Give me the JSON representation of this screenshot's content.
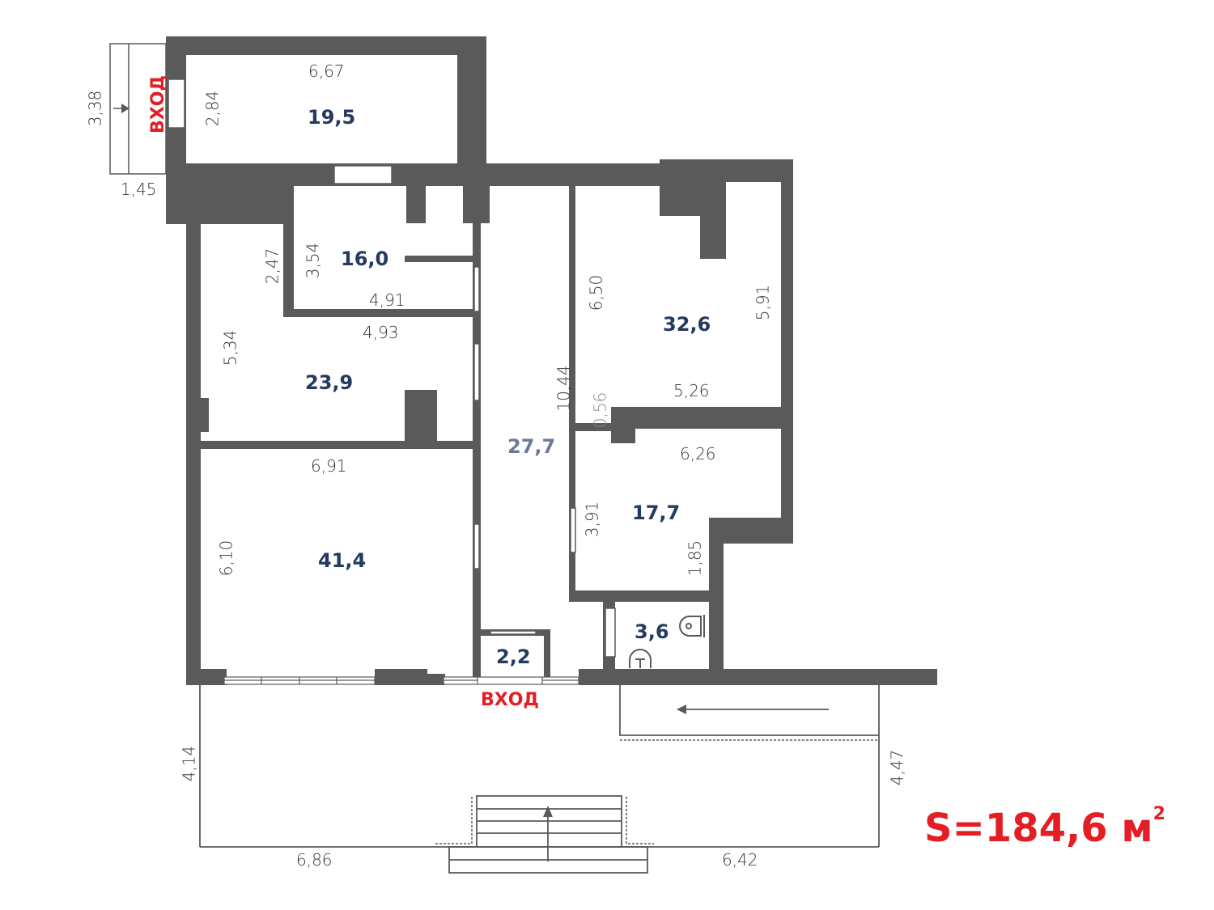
{
  "plan": {
    "total_area_label": "S=184,6 м",
    "total_area_sup": "2",
    "entry_label": "ВХОД",
    "colors": {
      "wall": "#5a5a5a",
      "area_text": "#243a5e",
      "accent": "#e31e24",
      "dim_text": "#333333"
    }
  },
  "rooms": [
    {
      "id": "room-top",
      "area": "19,5"
    },
    {
      "id": "room-small",
      "area": "16,0"
    },
    {
      "id": "room-mid-left",
      "area": "23,9"
    },
    {
      "id": "room-bottom-left",
      "area": "41,4"
    },
    {
      "id": "corridor",
      "area": "27,7"
    },
    {
      "id": "room-right-top",
      "area": "32,6"
    },
    {
      "id": "room-right-mid",
      "area": "17,7"
    },
    {
      "id": "bathroom",
      "area": "3,6"
    },
    {
      "id": "closet",
      "area": "2,2"
    }
  ],
  "dimensions": {
    "top_room_width": "6,67",
    "top_room_height": "2,84",
    "porch_height": "3,38",
    "porch_width": "1,45",
    "small_room_outer": "2,47",
    "small_room_height": "3,54",
    "small_room_width": "4,91",
    "mid_left_width": "4,93",
    "mid_left_height": "5,34",
    "bottom_left_width": "6,91",
    "bottom_left_height": "6,10",
    "corridor_length": "10,44",
    "right_top_left": "6,50",
    "right_top_right": "5,91",
    "right_top_width": "5,26",
    "right_gap": "0,56",
    "right_mid_width": "6,26",
    "right_mid_height": "3,91",
    "right_mid_notch": "1,85",
    "terrace_left": "4,14",
    "terrace_right": "4,47",
    "terrace_bottom_left": "6,86",
    "terrace_bottom_right": "6,42"
  }
}
